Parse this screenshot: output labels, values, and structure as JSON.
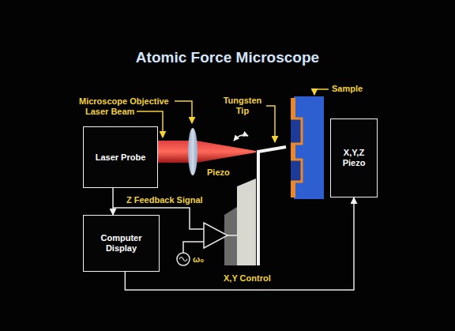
{
  "diagram": {
    "title": "Atomic Force Microscope",
    "nodes": [
      {
        "text": [
          "Laser Probe"
        ]
      },
      {
        "text": [
          "X,Y,Z Piezo"
        ]
      },
      {
        "text": [
          "Computer Display"
        ]
      }
    ],
    "edges": [
      {
        "from": 0,
        "to": 2,
        "arrow": "to"
      },
      {
        "from": 2,
        "to": 1,
        "arrow": "to"
      }
    ],
    "labels": [
      "Microscope Objective",
      "Laser Beam",
      "Tungsten Tip",
      "Sample",
      "Piezo",
      "Z Feedback Signal",
      "ω₀",
      "X,Y Control"
    ]
  }
}
